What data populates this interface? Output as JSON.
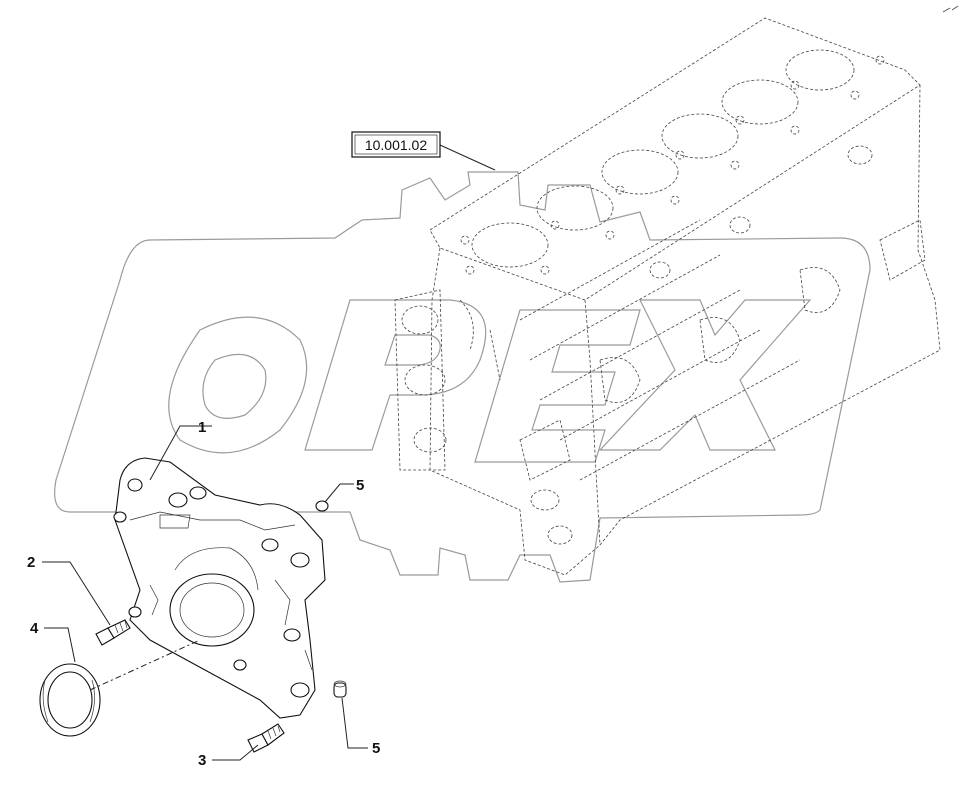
{
  "reference_label": "10.001.02",
  "watermark_text": "OPEX",
  "callouts": [
    {
      "id": "p1",
      "number": "1"
    },
    {
      "id": "p2",
      "number": "2"
    },
    {
      "id": "p3",
      "number": "3"
    },
    {
      "id": "p4",
      "number": "4"
    },
    {
      "id": "p5a",
      "number": "5"
    },
    {
      "id": "p5b",
      "number": "5"
    }
  ]
}
